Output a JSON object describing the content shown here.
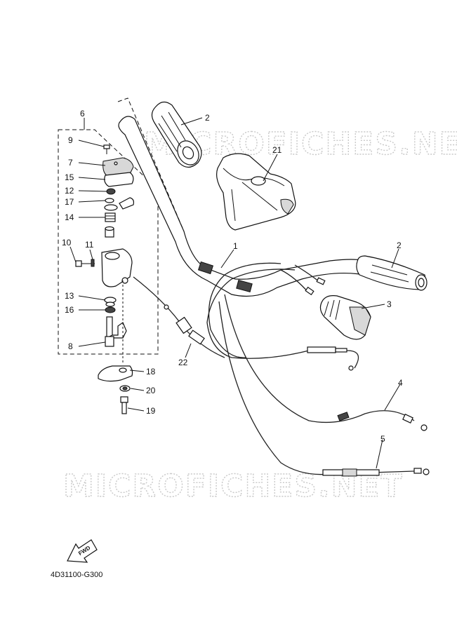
{
  "watermark": "MICROFICHES.NET",
  "diagram_code": "4D31100-G300",
  "fwd_label": "FWD",
  "callouts": [
    {
      "id": "c1",
      "label": "1"
    },
    {
      "id": "c2a",
      "label": "2"
    },
    {
      "id": "c2b",
      "label": "2"
    },
    {
      "id": "c3",
      "label": "3"
    },
    {
      "id": "c4",
      "label": "4"
    },
    {
      "id": "c5",
      "label": "5"
    },
    {
      "id": "c6",
      "label": "6"
    },
    {
      "id": "c7",
      "label": "7"
    },
    {
      "id": "c8",
      "label": "8"
    },
    {
      "id": "c9",
      "label": "9"
    },
    {
      "id": "c10",
      "label": "10"
    },
    {
      "id": "c11",
      "label": "11"
    },
    {
      "id": "c12",
      "label": "12"
    },
    {
      "id": "c13",
      "label": "13"
    },
    {
      "id": "c14",
      "label": "14"
    },
    {
      "id": "c15",
      "label": "15"
    },
    {
      "id": "c16",
      "label": "16"
    },
    {
      "id": "c17",
      "label": "17"
    },
    {
      "id": "c18",
      "label": "18"
    },
    {
      "id": "c19",
      "label": "19"
    },
    {
      "id": "c20",
      "label": "20"
    },
    {
      "id": "c21",
      "label": "21"
    },
    {
      "id": "c22",
      "label": "22"
    }
  ]
}
